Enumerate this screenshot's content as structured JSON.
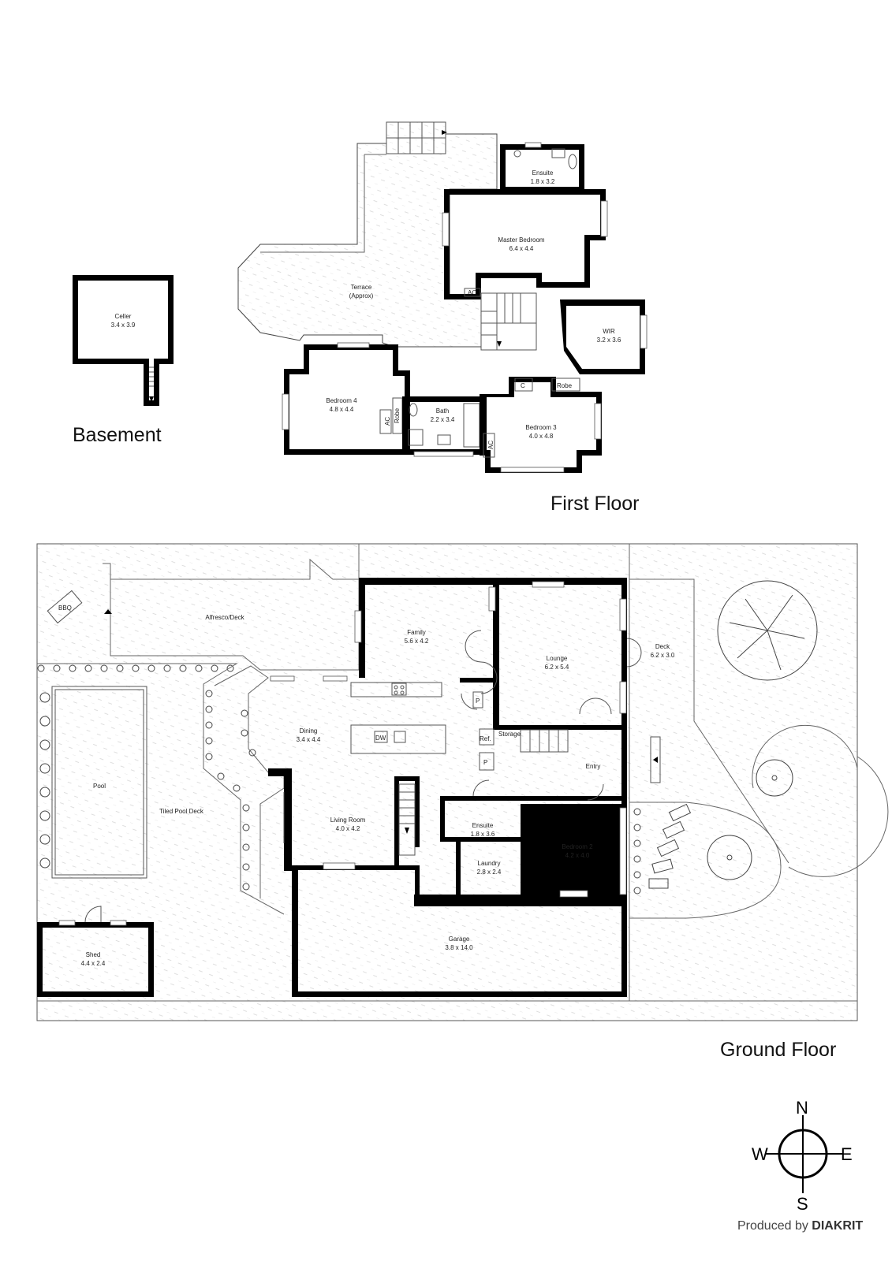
{
  "floors": {
    "basement": "Basement",
    "first": "First Floor",
    "ground": "Ground Floor"
  },
  "rooms": {
    "celler": {
      "name": "Celler",
      "dims": "3.4 x 3.9"
    },
    "terrace": {
      "name": "Terrace",
      "dims": "(Approx)"
    },
    "ensuite_ff": {
      "name": "Ensuite",
      "dims": "1.8 x 3.2"
    },
    "master": {
      "name": "Master Bedroom",
      "dims": "6.4 x 4.4"
    },
    "wir": {
      "name": "WIR",
      "dims": "3.2 x 3.6"
    },
    "bedroom4": {
      "name": "Bedroom 4",
      "dims": "4.8 x 4.4"
    },
    "bath": {
      "name": "Bath",
      "dims": "2.2 x 3.4"
    },
    "bedroom3": {
      "name": "Bedroom 3",
      "dims": "4.0 x 4.8"
    },
    "alfresco": {
      "name": "Alfresco/Deck"
    },
    "family": {
      "name": "Family",
      "dims": "5.6 x 4.2"
    },
    "lounge": {
      "name": "Lounge",
      "dims": "6.2 x 5.4"
    },
    "deck": {
      "name": "Deck",
      "dims": "6.2 x 3.0"
    },
    "dining": {
      "name": "Dining",
      "dims": "3.4 x 4.4"
    },
    "pool": {
      "name": "Pool"
    },
    "pooldeck": {
      "name": "Tiled Pool Deck"
    },
    "entry": {
      "name": "Entry"
    },
    "living": {
      "name": "Living Room",
      "dims": "4.0 x 4.2"
    },
    "ensuite_gf": {
      "name": "Ensuite",
      "dims": "1.8 x 3.6"
    },
    "laundry": {
      "name": "Laundry",
      "dims": "2.8 x 2.4"
    },
    "bedroom2": {
      "name": "Bedroom 2",
      "dims": "4.2 x 4.0"
    },
    "garage": {
      "name": "Garage",
      "dims": "3.8 x 14.0"
    },
    "shed": {
      "name": "Shed",
      "dims": "4.4 x 2.4"
    }
  },
  "labels": {
    "bbq": "BBQ",
    "ac": "AC",
    "robe": "Robe",
    "c": "C",
    "dw": "DW",
    "p": "P",
    "ref": "Ref.",
    "storage": "Storage"
  },
  "compass": {
    "n": "N",
    "s": "S",
    "e": "E",
    "w": "W"
  },
  "credit": {
    "prefix": "Produced by ",
    "brand": "DIAKRIT"
  }
}
